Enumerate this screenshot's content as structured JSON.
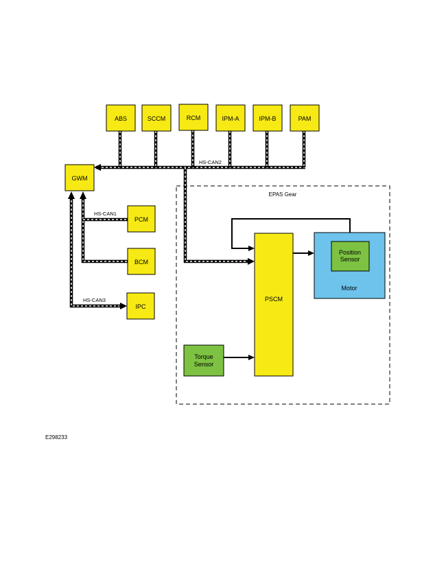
{
  "modules": {
    "abs": "ABS",
    "sccm": "SCCM",
    "rcm": "RCM",
    "ipm_a": "IPM-A",
    "ipm_b": "IPM-B",
    "pam": "PAM",
    "gwm": "GWM",
    "pcm": "PCM",
    "bcm": "BCM",
    "ipc": "IPC",
    "pscm": "PSCM",
    "motor": "Motor",
    "position_sensor": [
      "Position",
      "Sensor"
    ],
    "torque_sensor": [
      "Torque",
      "Sensor"
    ]
  },
  "buses": {
    "hs_can1": "HS-CAN1",
    "hs_can2": "HS-CAN2",
    "hs_can3": "HS-CAN3"
  },
  "group_label": "EPAS Gear",
  "figure_id": "E298233",
  "colors": {
    "module_fill": "#f7ea14",
    "sensor_fill": "#7dc242",
    "motor_fill": "#6dc3ec",
    "line": "#000000"
  }
}
